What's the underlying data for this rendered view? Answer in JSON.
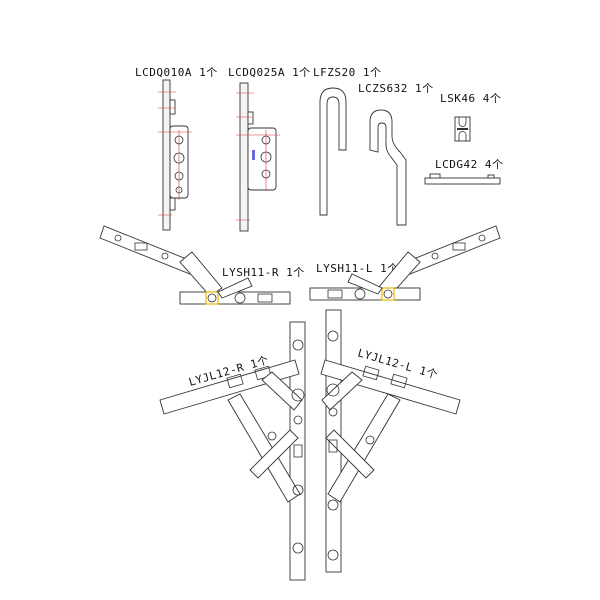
{
  "parts": [
    {
      "code": "LCDQ010A",
      "qty": "1个"
    },
    {
      "code": "LCDQ025A",
      "qty": "1个"
    },
    {
      "code": "LFZS20",
      "qty": "1个"
    },
    {
      "code": "LCZS632",
      "qty": "1个"
    },
    {
      "code": "LSK46",
      "qty": "4个"
    },
    {
      "code": "LCDG42",
      "qty": "4个"
    },
    {
      "code": "LYSH11-R",
      "qty": "1个"
    },
    {
      "code": "LYSH11-L",
      "qty": "1个"
    },
    {
      "code": "LYJL12-R",
      "qty": "1个"
    },
    {
      "code": "LYJL12-L",
      "qty": "1个"
    }
  ],
  "colors": {
    "line": "#333333",
    "dimension": "#dd3333",
    "accent": "#6a6ae0",
    "highlight": "#e6b800"
  }
}
